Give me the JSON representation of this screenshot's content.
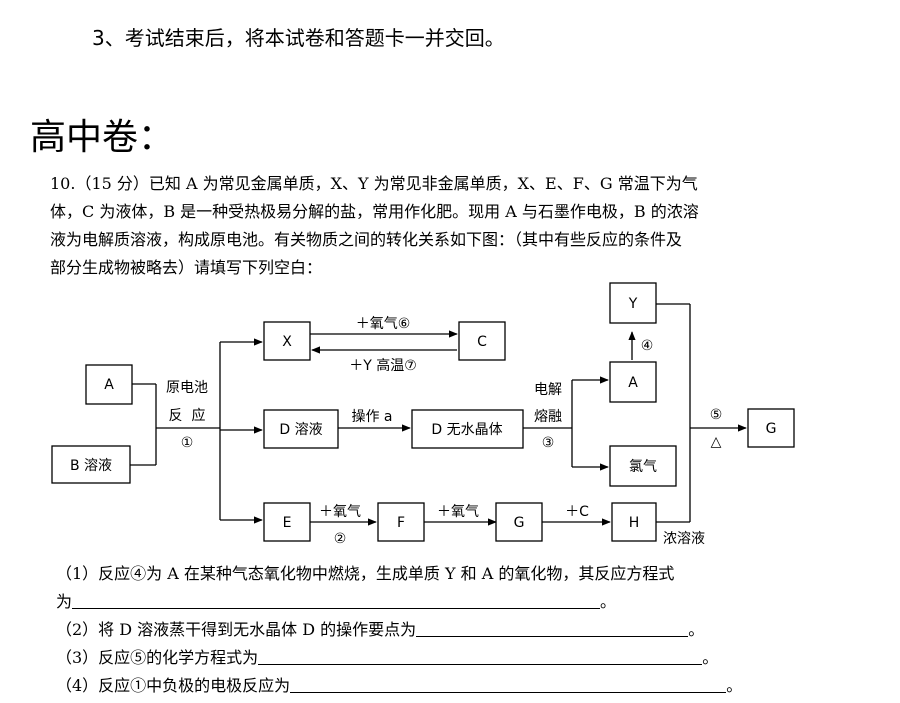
{
  "instruction": "3、考试结束后，将本试卷和答题卡一并交回。",
  "heading": "高中卷：",
  "question": {
    "stem_lines": [
      "10.（15 分）已知 A 为常见金属单质，X、Y 为常见非金属单质，X、E、F、G 常温下为气",
      "体，C 为液体，B 是一种受热极易分解的盐，常用作化肥。现用 A 与石墨作电极，B 的浓溶",
      "液为电解质溶液，构成原电池。有关物质之间的转化关系如下图：（其中有些反应的条件及",
      "部分生成物被略去）请填写下列空白："
    ],
    "diagram": {
      "boxes": {
        "A_left": "A",
        "B": "B 溶液",
        "X": "X",
        "C": "C",
        "D": "D 溶液",
        "D_anhydrous": "D 无水晶体",
        "E": "E",
        "F": "F",
        "G_mid": "G",
        "H": "H",
        "Y": "Y",
        "A_right": "A",
        "chlorine": "氯气",
        "G_right": "G"
      },
      "labels": {
        "cell_1": "原电池",
        "cell_2": "反  应",
        "cell_3": "①",
        "x_to_c": "＋氧气⑥",
        "c_to_x": "＋Y 高温⑦",
        "operation": "操作 a",
        "electrolysis_1": "电解",
        "electrolysis_2": "熔融",
        "electrolysis_3": "③",
        "e_to_f_1": "＋氧气",
        "e_to_f_2": "②",
        "f_to_g": "＋氧气",
        "g_to_h": "＋C",
        "h_below": "浓溶液",
        "a_to_y": "④",
        "to_g_1": "⑤",
        "to_g_2": "△"
      }
    },
    "subquestions": {
      "q1_line1": "（1）反应④为 A 在某种气态氧化物中燃烧，生成单质 Y 和 A 的氧化物，其反应方程式",
      "q1_line2_pre": "为",
      "q1_line2_post": "。",
      "q2_pre": "（2）将 D 溶液蒸干得到无水晶体 D 的操作要点为",
      "q2_post": "。",
      "q3_pre": "（3）反应⑤的化学方程式为",
      "q3_post": "。",
      "q4_pre": "（4）反应①中负极的电极反应为",
      "q4_post": "。"
    }
  }
}
